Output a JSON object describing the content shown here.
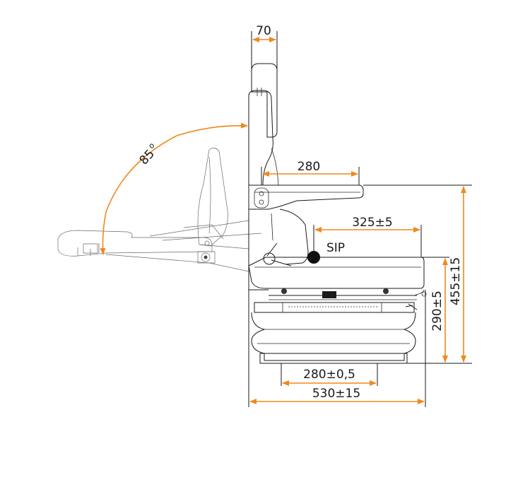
{
  "colors": {
    "dimension": "#f0891e",
    "outline": "#1a1a1a",
    "sip_marker": "#111111"
  },
  "dimensions": {
    "headrest_thickness": "70",
    "seat_depth": "280",
    "sip_depth": "325±5",
    "sip_label": "SIP",
    "base_inner": "280±0,5",
    "base_outer": "530±15",
    "height_sip": "290±5",
    "height_total": "455±15",
    "backrest_angle": "85",
    "angle_unit": "o"
  }
}
